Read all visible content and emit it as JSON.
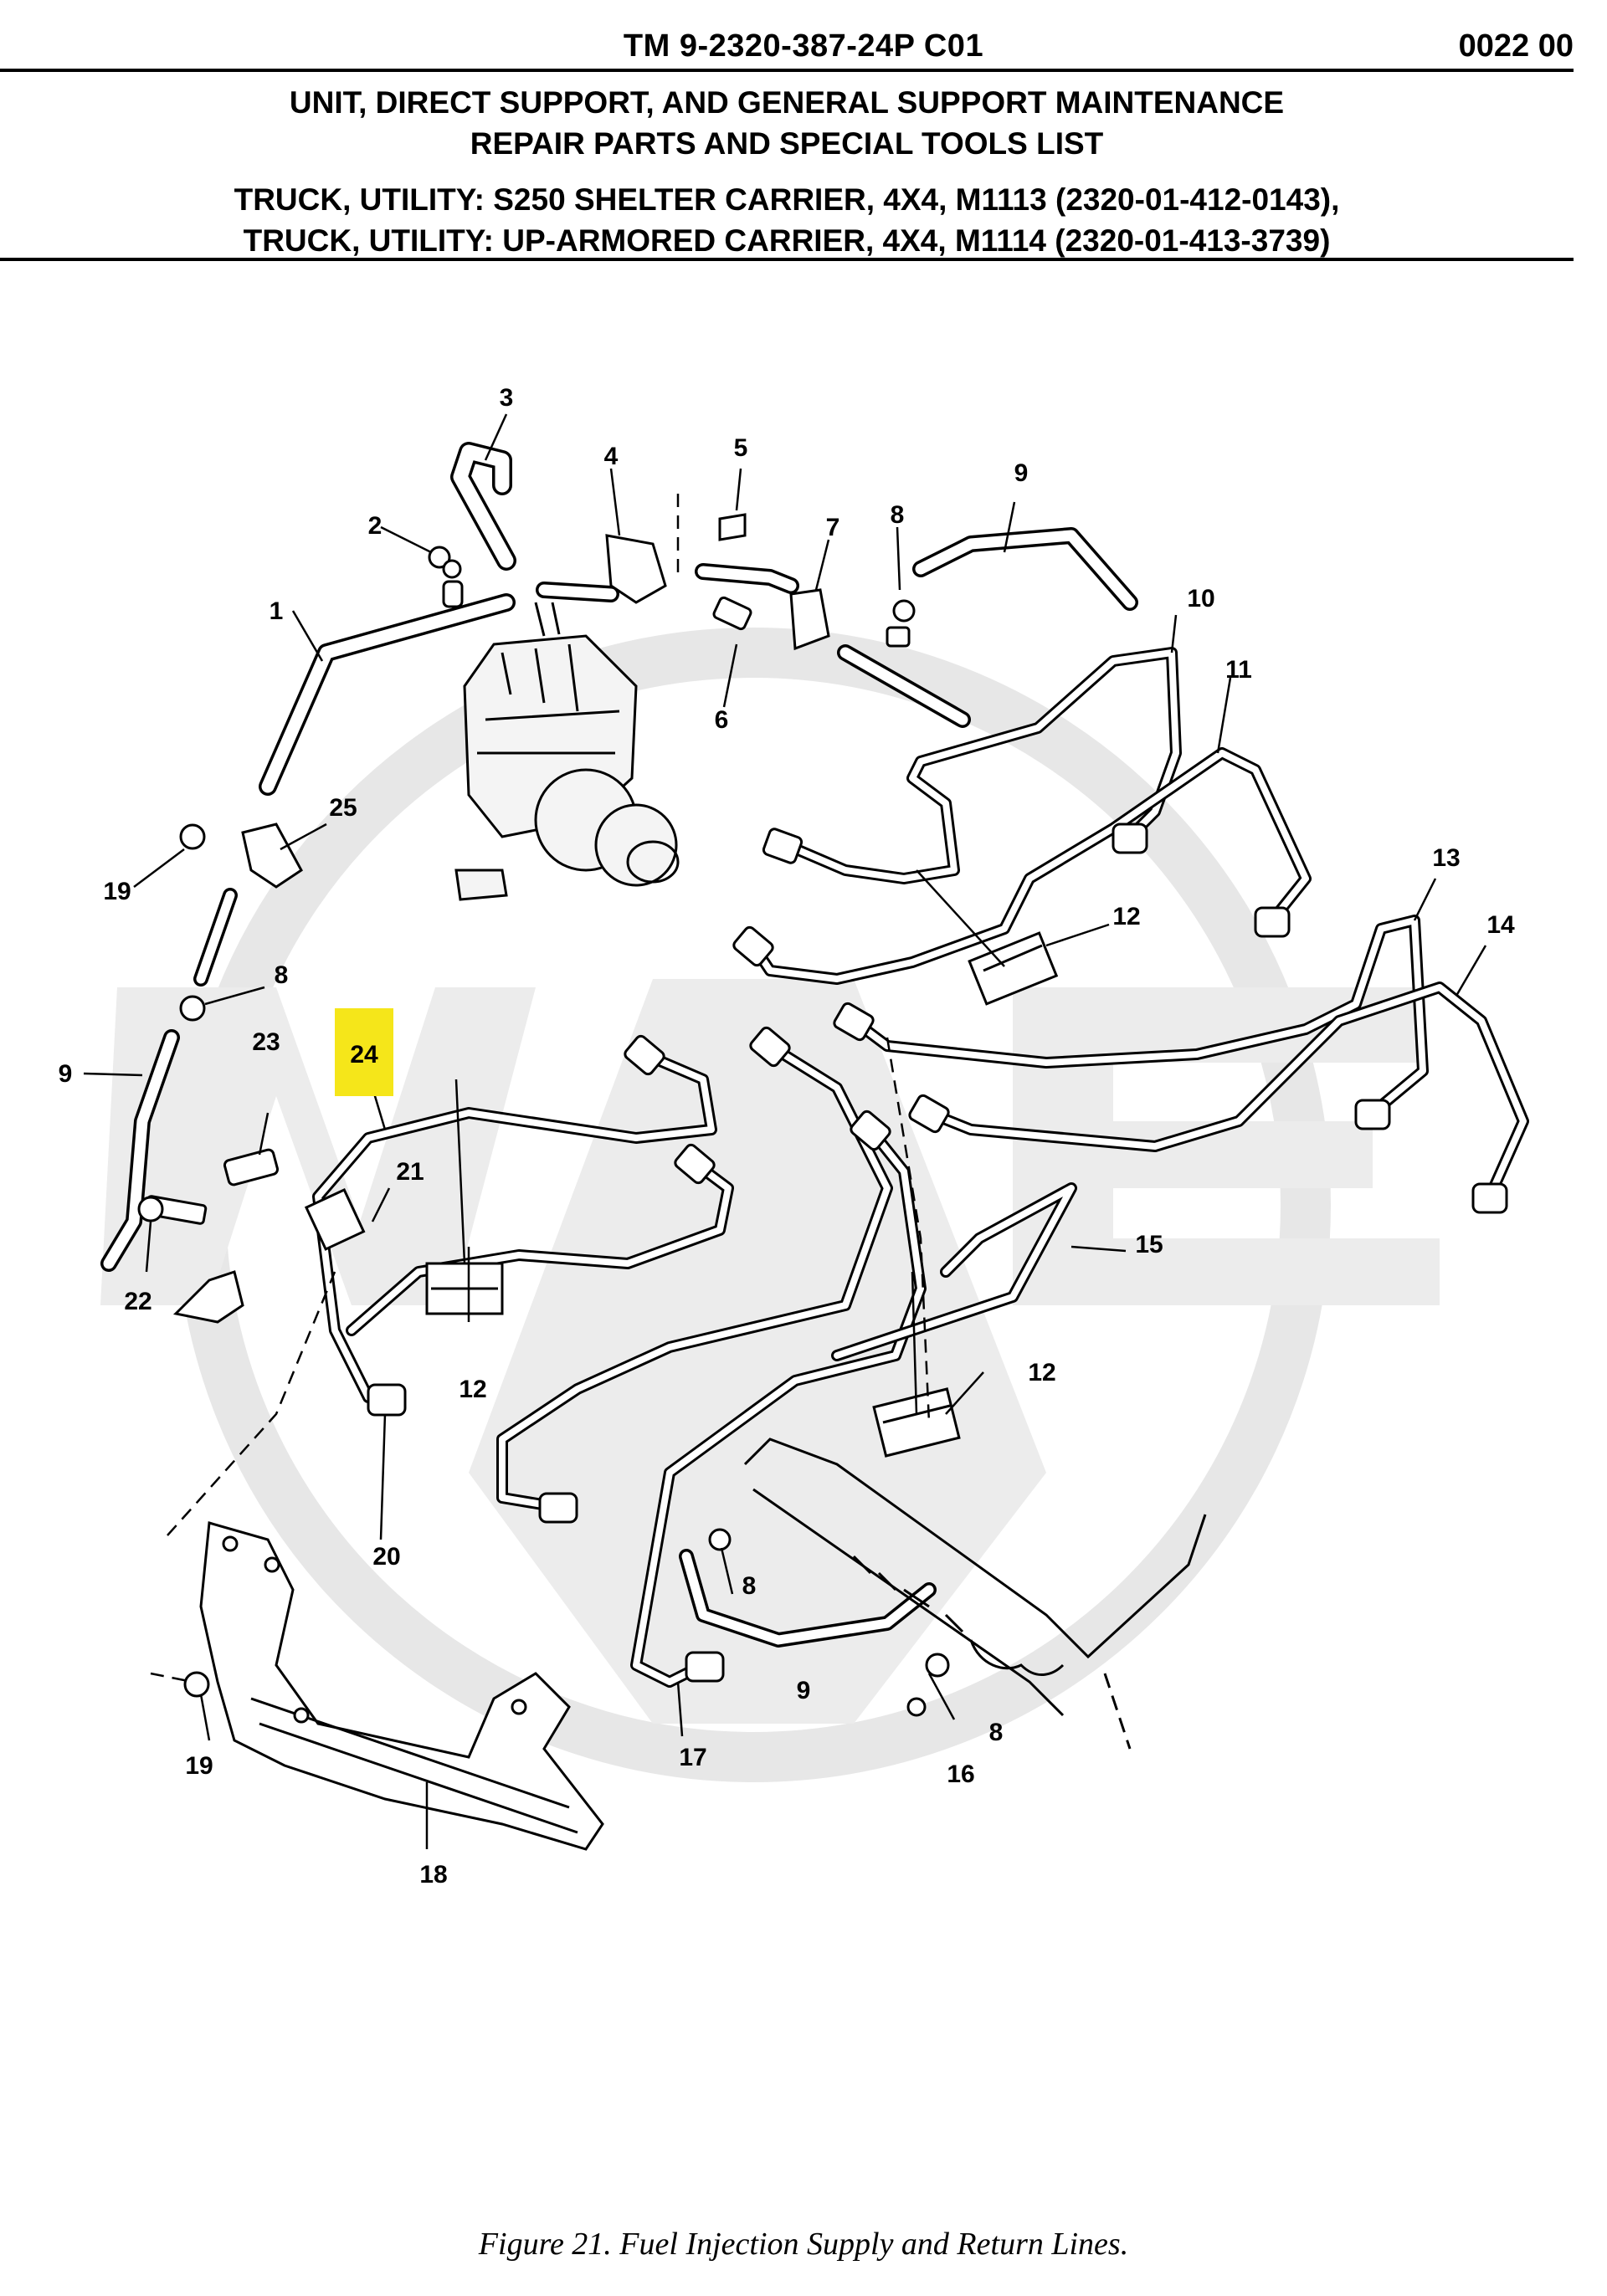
{
  "header": {
    "tm_number": "TM 9-2320-387-24P  C01",
    "work_package": "0022 00",
    "title_line_1": "UNIT, DIRECT SUPPORT, AND GENERAL SUPPORT MAINTENANCE",
    "title_line_2": "REPAIR PARTS AND SPECIAL TOOLS LIST",
    "vehicle_line_1": "TRUCK, UTILITY: S250 SHELTER CARRIER, 4X4, M1113 (2320-01-412-0143),",
    "vehicle_line_2": "TRUCK, UTILITY: UP-ARMORED CARRIER, 4X4, M1114 (2320-01-413-3739)"
  },
  "callouts": {
    "c1": "1",
    "c2": "2",
    "c3": "3",
    "c4": "4",
    "c5": "5",
    "c6": "6",
    "c7": "7",
    "c8a": "8",
    "c8b": "8",
    "c8c": "8",
    "c8d": "8",
    "c9a": "9",
    "c9b": "9",
    "c9c": "9",
    "c10": "10",
    "c11": "11",
    "c12a": "12",
    "c12b": "12",
    "c12c": "12",
    "c13": "13",
    "c14": "14",
    "c15": "15",
    "c16": "16",
    "c17": "17",
    "c18": "18",
    "c19a": "19",
    "c19b": "19",
    "c20": "20",
    "c21": "21",
    "c22": "22",
    "c23": "23",
    "c24": "24",
    "c25": "25"
  },
  "highlight": {
    "callout": "24",
    "color": "#f5e61a"
  },
  "watermark_color": "#e6e6e6",
  "caption": "Figure 21.  Fuel Injection Supply and Return Lines."
}
